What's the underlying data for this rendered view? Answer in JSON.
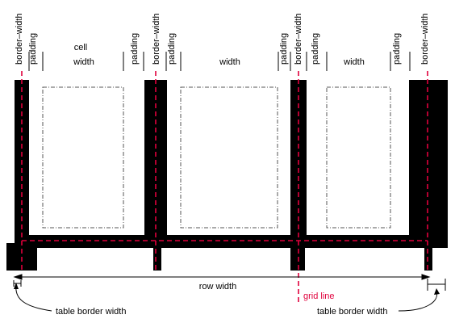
{
  "labels": {
    "border_width": "border–width",
    "padding": "padding",
    "cell": "cell",
    "width": "width",
    "row_width": "row width",
    "grid_line": "grid line",
    "table_border_width": "table border width"
  },
  "colors": {
    "border_fill": "#000000",
    "grid_line": "#e0003c",
    "content_outline": "#555555",
    "background": "#ffffff"
  }
}
